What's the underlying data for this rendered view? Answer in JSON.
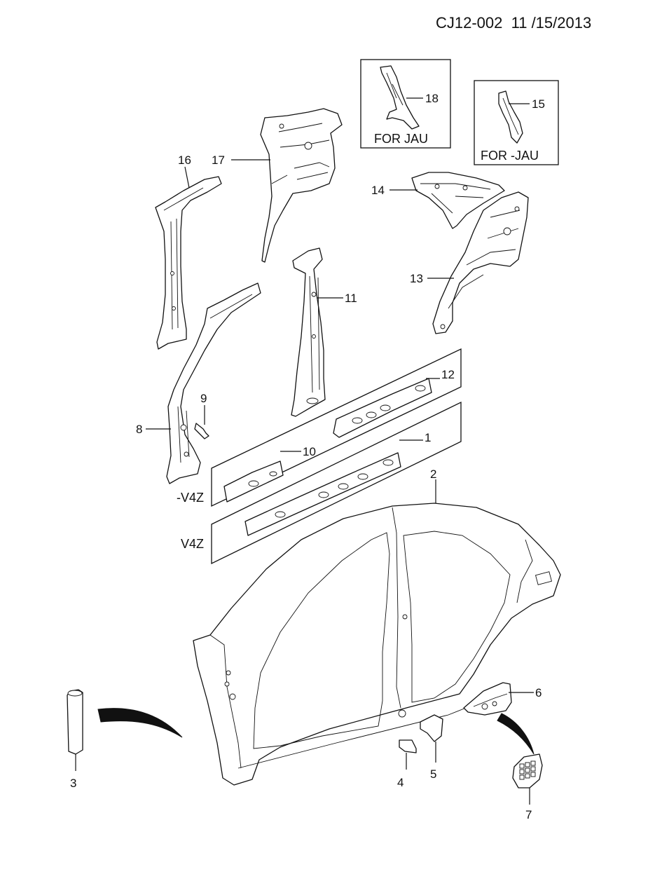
{
  "header": {
    "code": "CJ12-002  11 /15/2013"
  },
  "callouts": {
    "c1": "1",
    "c2": "2",
    "c3": "3",
    "c4": "4",
    "c5": "5",
    "c6": "6",
    "c7": "7",
    "c8": "8",
    "c9": "9",
    "c10": "10",
    "c11": "11",
    "c12": "12",
    "c13": "13",
    "c14": "14",
    "c15": "15",
    "c16": "16",
    "c17": "17",
    "c18": "18"
  },
  "boxes": {
    "for_jau": "FOR  JAU",
    "for_not_jau": "FOR  -JAU",
    "minus_v4z": "-V4Z",
    "v4z": "V4Z"
  }
}
